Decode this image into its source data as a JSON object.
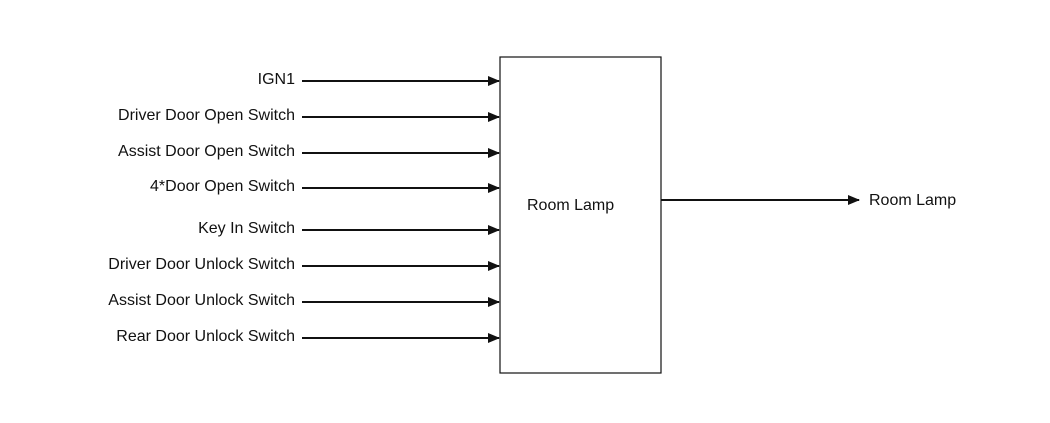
{
  "diagram": {
    "inputs": [
      {
        "label": "IGN1"
      },
      {
        "label": "Driver Door Open Switch"
      },
      {
        "label": "Assist Door Open Switch"
      },
      {
        "label": "4*Door Open Switch"
      },
      {
        "label": "Key In Switch"
      },
      {
        "label": "Driver Door Unlock Switch"
      },
      {
        "label": "Assist Door Unlock Switch"
      },
      {
        "label": "Rear Door Unlock Switch"
      }
    ],
    "block": {
      "label": "Room Lamp"
    },
    "output": {
      "label": "Room Lamp"
    },
    "colors": {
      "line": "#111111",
      "text": "#111111",
      "background": "#ffffff"
    }
  }
}
